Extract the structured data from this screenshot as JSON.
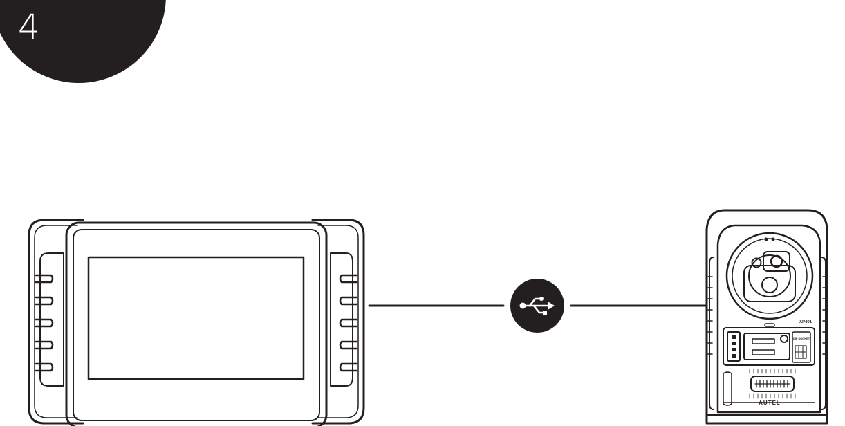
{
  "step": {
    "number": "4"
  },
  "programmer": {
    "model_label": "XP401",
    "dip_socket_label": "DIP SOCKET",
    "brand_label": "AUTEL"
  },
  "connection": {
    "icon": "usb-icon"
  },
  "colors": {
    "ink": "#231f20",
    "background": "#ffffff"
  }
}
